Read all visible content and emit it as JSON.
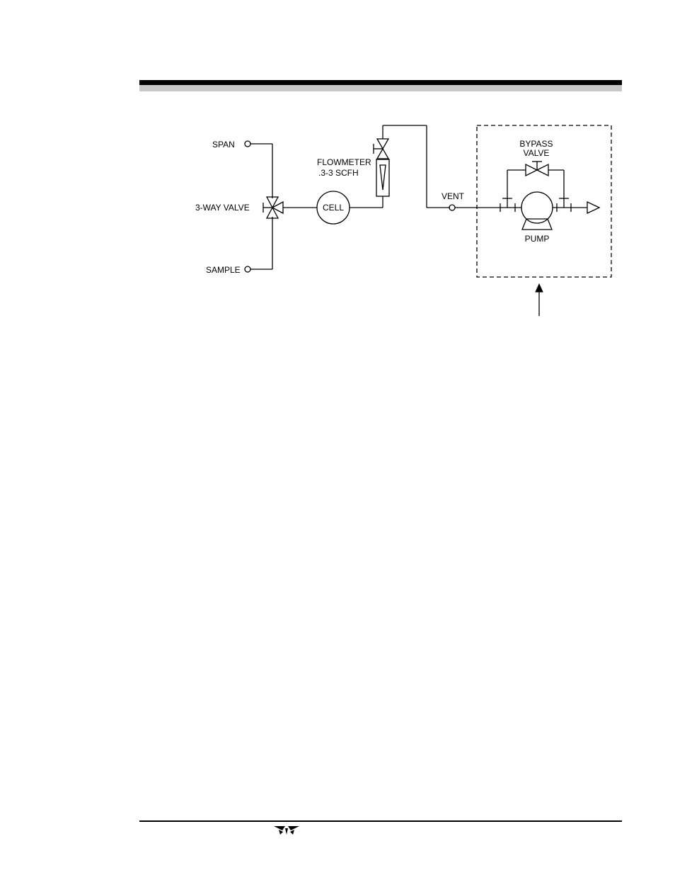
{
  "diagram": {
    "labels": {
      "span": "SPAN",
      "three_way_valve": "3-WAY VALVE",
      "sample": "SAMPLE",
      "cell": "CELL",
      "flowmeter_line1": "FLOWMETER",
      "flowmeter_line2": ".3-3 SCFH",
      "vent": "VENT",
      "bypass_line1": "BYPASS",
      "bypass_line2": "VALVE",
      "pump": "PUMP"
    }
  },
  "logo": {
    "icon": "teledyne-logo-icon"
  }
}
